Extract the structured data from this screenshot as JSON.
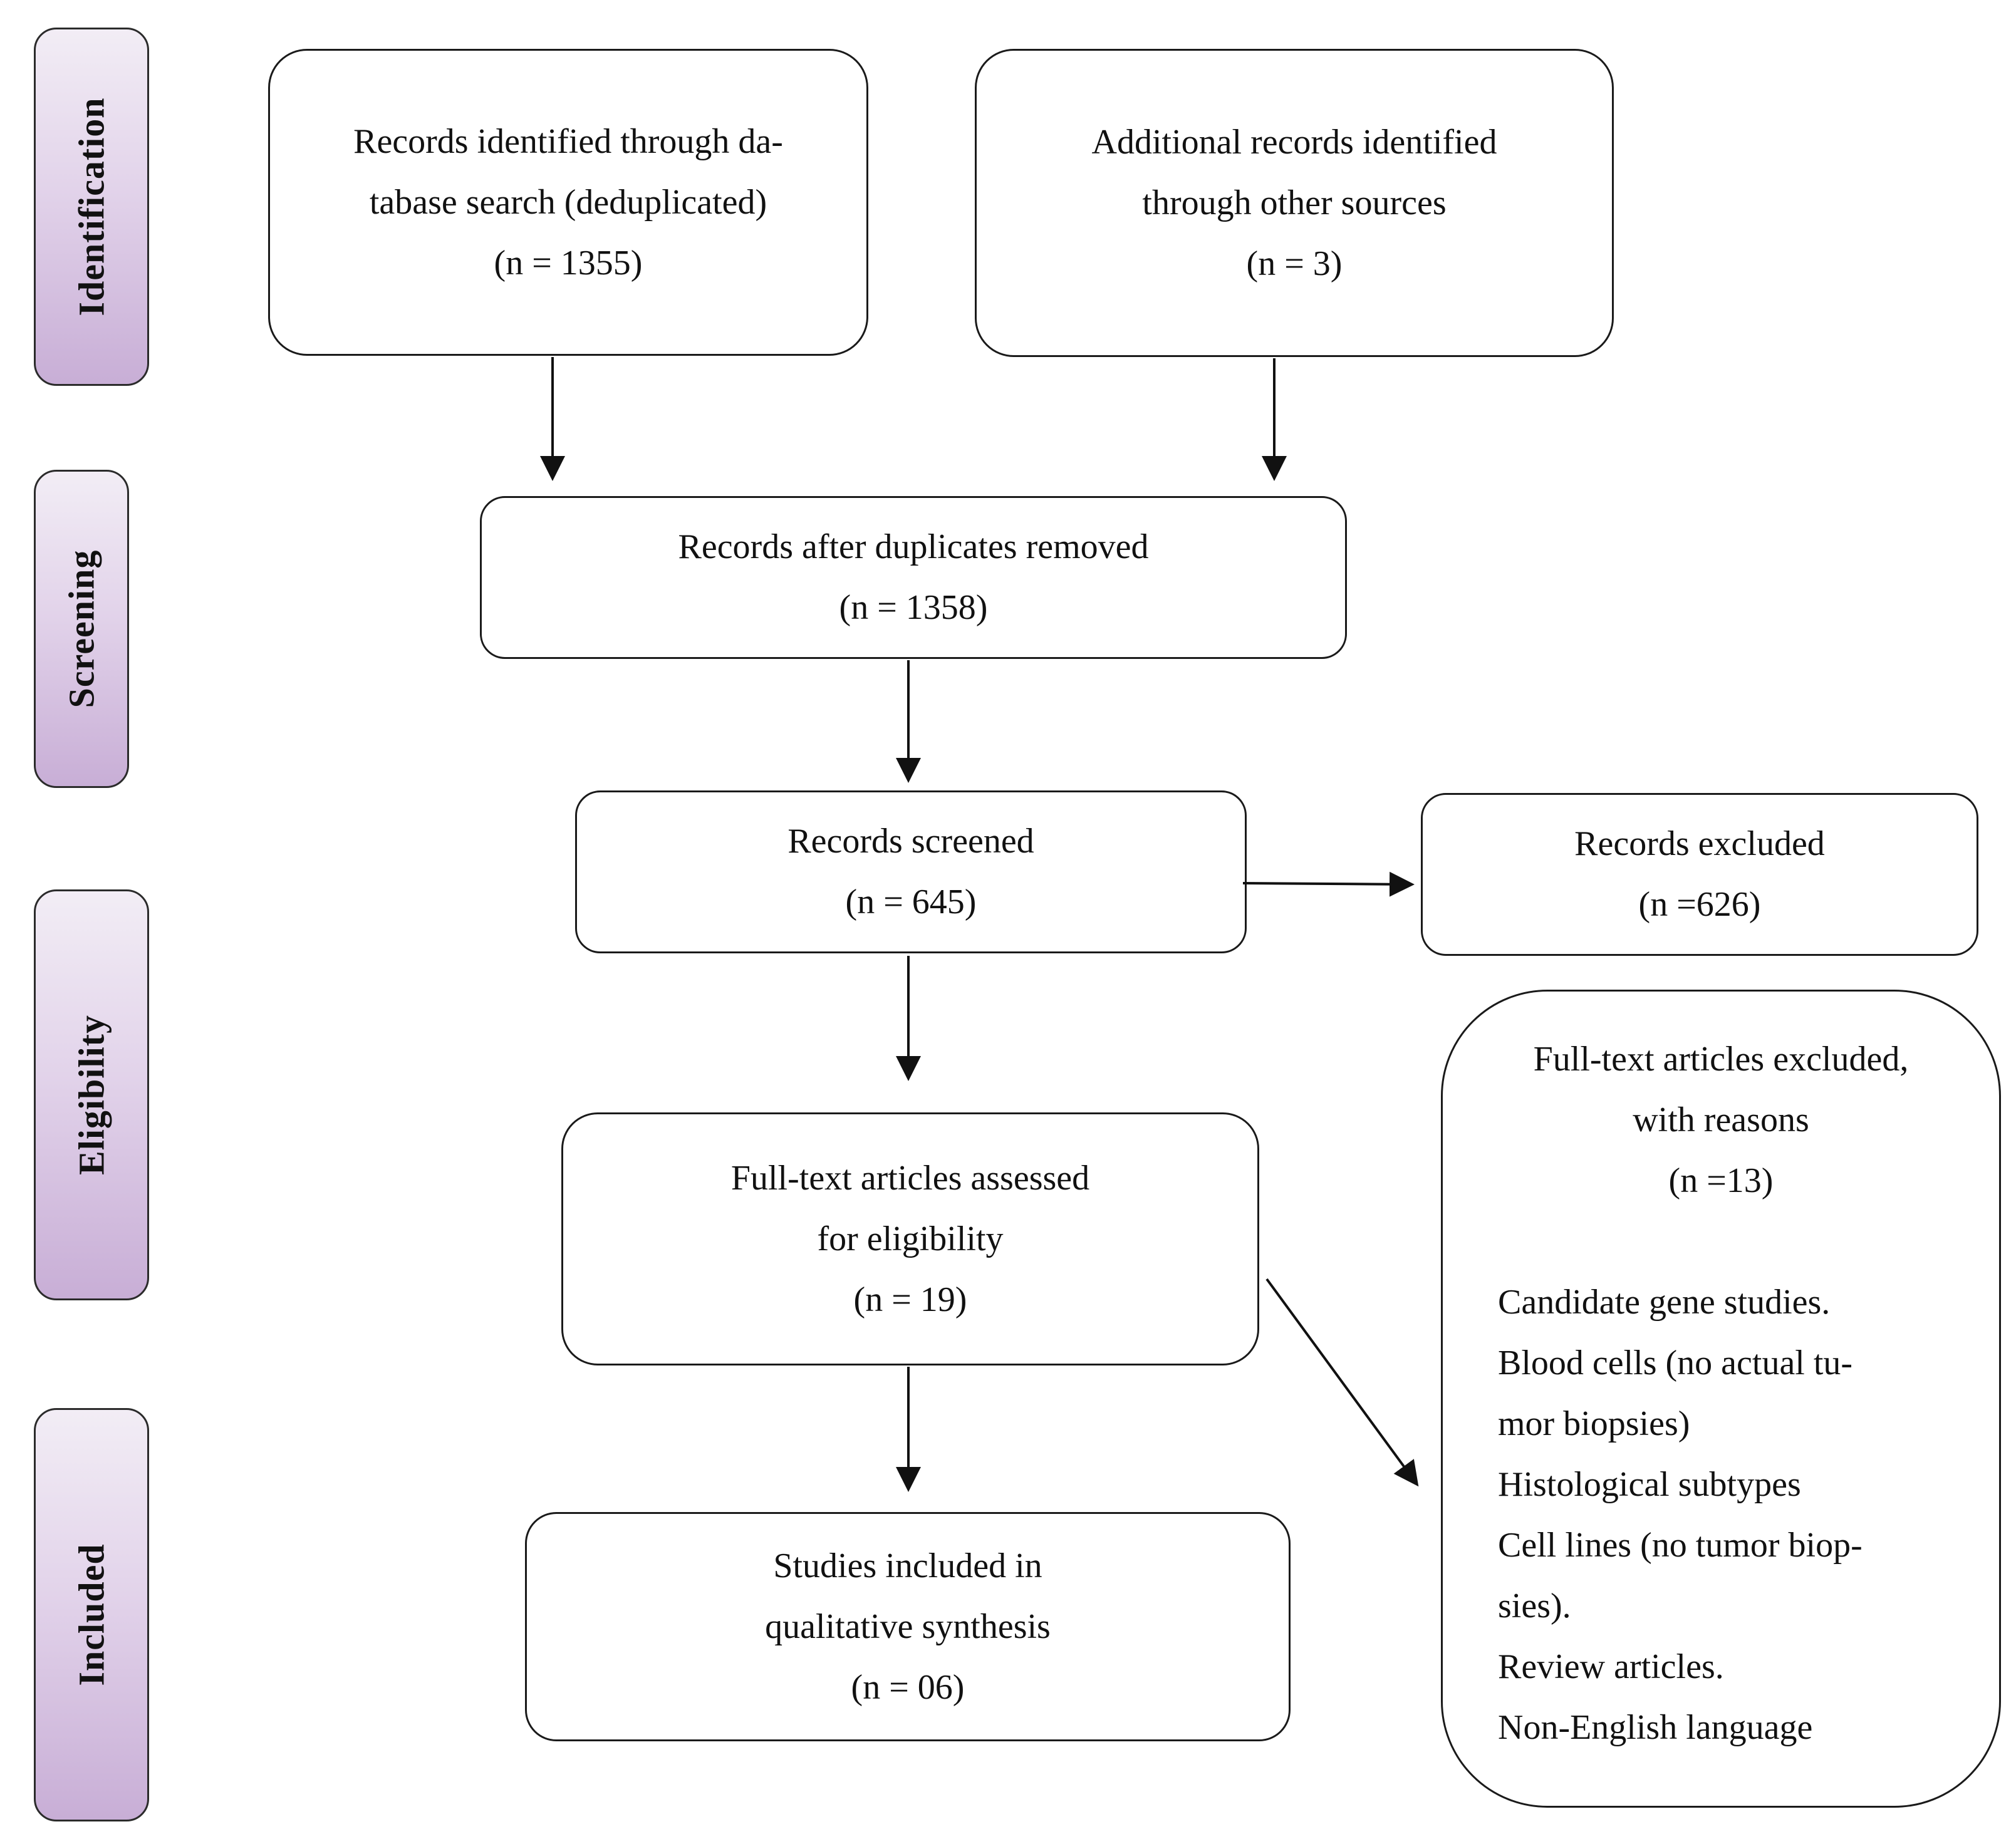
{
  "stages": [
    {
      "id": "identification",
      "label": "Identification"
    },
    {
      "id": "screening",
      "label": "Screening"
    },
    {
      "id": "eligibility",
      "label": "Eligibility"
    },
    {
      "id": "included",
      "label": "Included"
    }
  ],
  "boxes": {
    "database_search": {
      "lines": [
        "Records identified through da-",
        "tabase search (deduplicated)",
        "(n = 1355)"
      ]
    },
    "other_sources": {
      "lines": [
        "Additional records identified",
        "through other sources",
        "(n = 3)"
      ]
    },
    "after_duplicates": {
      "lines": [
        "Records after duplicates removed",
        "(n = 1358)"
      ]
    },
    "screened": {
      "lines": [
        "Records screened",
        "(n = 645)"
      ]
    },
    "records_excluded": {
      "lines": [
        "Records excluded",
        "(n =626)"
      ]
    },
    "full_text_assessed": {
      "lines": [
        "Full-text articles assessed",
        "for eligibility",
        "(n = 19)"
      ]
    },
    "included_studies": {
      "lines": [
        "Studies included in",
        "qualitative synthesis",
        "(n = 06)"
      ]
    },
    "full_text_excluded": {
      "lines": [
        "Full-text articles excluded,",
        "with reasons",
        "(n =13)"
      ],
      "reasons": [
        "Candidate gene studies.",
        "Blood cells (no actual tu-",
        "mor biopsies)",
        "Histological subtypes",
        "Cell lines (no tumor biop-",
        "sies).",
        "Review articles.",
        "Non-English language"
      ]
    }
  }
}
